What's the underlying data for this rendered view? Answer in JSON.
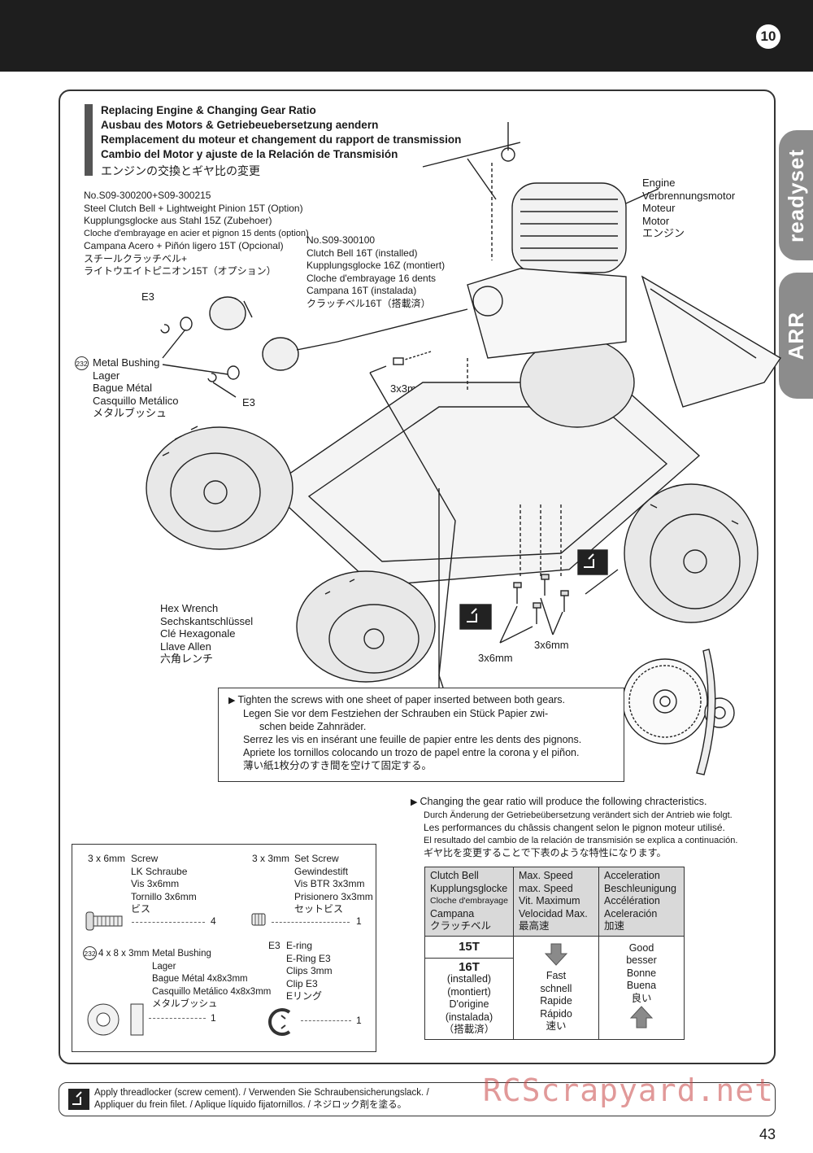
{
  "header": {
    "step_number": "10"
  },
  "side_tabs": {
    "top": "readyset",
    "bottom": "ARR"
  },
  "title": {
    "line1": "Replacing Engine & Changing Gear Ratio",
    "line2": "Ausbau des Motors & Getriebeuebersetzung aendern",
    "line3": "Remplacement du moteur et changement du rapport de transmission",
    "line4": "Cambio del Motor y ajuste de la Relación de Transmisión",
    "line5": "エンジンの交換とギヤ比の変更"
  },
  "option_pinion": {
    "part_no": "No.S09-300200+S09-300215",
    "line1": "Steel Clutch Bell + Lightweight Pinion 15T (Option)",
    "line2": "Kupplungsglocke aus Stahl 15Z (Zubehoer)",
    "line3": "Cloche d'embrayage en acier et pignon 15 dents (option)",
    "line4": "Campana Acero + Piñón ligero 15T (Opcional)",
    "line5": "スチールクラッチベル+",
    "line6": "ライトウエイトピニオン15T（オプション）"
  },
  "installed_bell": {
    "part_no": "No.S09-300100",
    "line1": "Clutch Bell 16T (installed)",
    "line2": "Kupplungsglocke 16Z (montiert)",
    "line3": "Cloche d'embrayage 16 dents",
    "line4": "Campana 16T (instalada)",
    "line5": "クラッチベル16T（搭載済）"
  },
  "engine_label": {
    "line1": "Engine",
    "line2": "Verbrennungsmotor",
    "line3": "Moteur",
    "line4": "Motor",
    "line5": "エンジン"
  },
  "labels": {
    "e3_top": "E3",
    "e3_bottom": "E3",
    "bushing_no": "232",
    "bushing_1": "Metal Bushing",
    "bushing_2": "Lager",
    "bushing_3": "Bague Métal",
    "bushing_4": "Casquillo Metálico",
    "bushing_5": "メタルブッシュ",
    "setscrew": "3x3mm",
    "hex_1": "Hex Wrench",
    "hex_2": "Sechskantschlüssel",
    "hex_3": "Clé Hexagonale",
    "hex_4": "Llave Allen",
    "hex_5": "六角レンチ",
    "screw_a": "3x6mm",
    "screw_b": "3x6mm"
  },
  "note": {
    "line1": "Tighten the screws with one sheet of paper inserted between both gears.",
    "line2": "Legen Sie vor dem Festziehen der Schrauben ein Stück Papier zwi-",
    "line3": "schen beide Zahnräder.",
    "line4": "Serrez les vis en insérant une feuille de papier entre les dents des pignons.",
    "line5": "Apriete los tornillos colocando un trozo de papel entre la corona y el piñon.",
    "line6": "薄い紙1枚分のすき間を空けて固定する。"
  },
  "ratio_intro": {
    "line1": "Changing the gear ratio will produce the following chracteristics.",
    "line2": "Durch Änderung der Getriebeübersetzung verändert sich der Antrieb wie folgt.",
    "line3": "Les performances du châssis changent selon le pignon moteur utilisé.",
    "line4": "El resultado del cambio de la relación de transmisión se explica a continuación.",
    "line5": "ギヤ比を変更することで下表のような特性になります。"
  },
  "ratio_table": {
    "col1": [
      "Clutch Bell",
      "Kupplungsglocke",
      "Cloche d'embrayage",
      "Campana",
      "クラッチベル"
    ],
    "col2": [
      "Max. Speed",
      "max. Speed",
      "Vit. Maximum",
      "Velocidad Max.",
      "最高速"
    ],
    "col3": [
      "Acceleration",
      "Beschleunigung",
      "Accélération",
      "Aceleración",
      "加速"
    ],
    "row_15t": "15T",
    "row_16t": "16T",
    "row_16t_sub": [
      "(installed)",
      "(montiert)",
      "D'origine",
      "(instalada)",
      "（搭載済）"
    ],
    "speed_vals": [
      "Fast",
      "schnell",
      "Rapide",
      "Rápido",
      "速い"
    ],
    "accel_vals": [
      "Good",
      "besser",
      "Bonne",
      "Buena",
      "良い"
    ]
  },
  "parts": {
    "screw": {
      "size": "3 x 6mm",
      "l1": "Screw",
      "l2": "LK Schraube",
      "l3": "Vis 3x6mm",
      "l4": "Tornillo 3x6mm",
      "l5": "ビス",
      "qty": "4"
    },
    "setscrew": {
      "size": "3 x 3mm",
      "l1": "Set Screw",
      "l2": "Gewindestift",
      "l3": "Vis BTR 3x3mm",
      "l4": "Prisionero 3x3mm",
      "l5": "セットビス",
      "qty": "1"
    },
    "bushing": {
      "no": "232",
      "size": "4 x 8 x 3mm",
      "l1": "Metal Bushing",
      "l2": "Lager",
      "l3": "Bague Métal 4x8x3mm",
      "l4": "Casquillo Metálico 4x8x3mm",
      "l5": "メタルブッシュ",
      "qty": "1"
    },
    "ering": {
      "size": "E3",
      "l1": "E-ring",
      "l2": "E-Ring E3",
      "l3": "Clips 3mm",
      "l4": "Clip E3",
      "l5": "Eリング",
      "qty": "1"
    }
  },
  "footer": {
    "line1": "Apply threadlocker (screw cement). / Verwenden Sie Schraubensicherungslack. /",
    "line2": "Appliquer du frein filet. / Aplique líquido fijatornillos. / ネジロック剤を塗る。"
  },
  "watermark": "RCScrapyard.net",
  "page_number": "43"
}
